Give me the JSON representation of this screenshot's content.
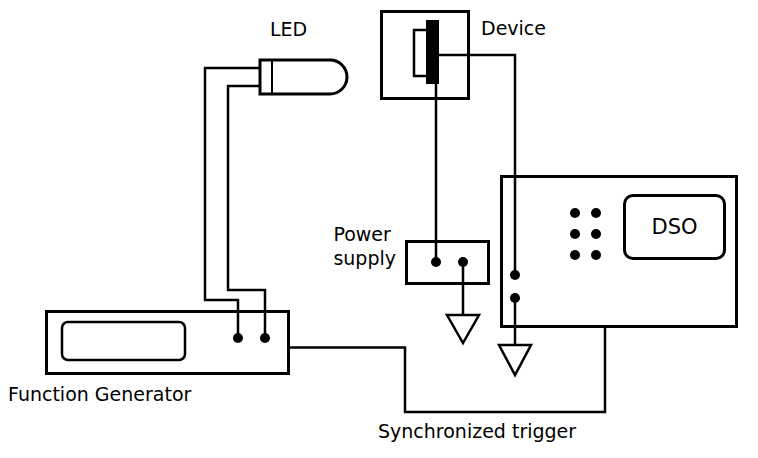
{
  "diagram": {
    "nodes": [
      {
        "text": [
          "LED"
        ]
      },
      {
        "text": [
          "Device"
        ]
      },
      {
        "text": [
          "Power supply"
        ]
      },
      {
        "text": [
          "DSO"
        ]
      },
      {
        "text": [
          "Function Generator"
        ]
      }
    ],
    "edges": [
      {
        "from": 0,
        "to": 4,
        "arrow": "none"
      },
      {
        "from": 0,
        "to": 4,
        "arrow": "none"
      },
      {
        "from": 1,
        "to": 2,
        "arrow": "none"
      },
      {
        "from": 1,
        "to": 3,
        "arrow": "none"
      },
      {
        "from": 4,
        "to": 3,
        "label": "Synchronized trigger",
        "arrow": "none"
      }
    ]
  }
}
